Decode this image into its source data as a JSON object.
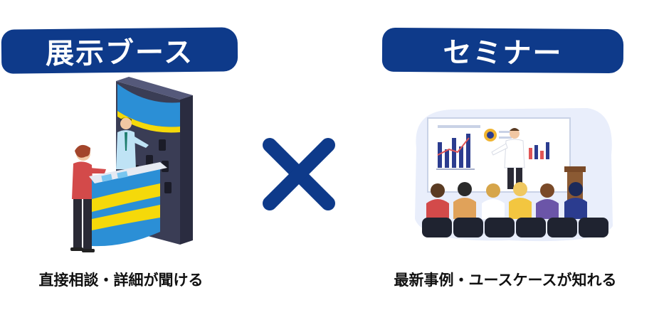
{
  "left": {
    "title": "展示ブース",
    "caption": "直接相談・詳細が聞ける"
  },
  "right": {
    "title": "セミナー",
    "caption": "最新事例・ユースケースが知れる"
  },
  "colors": {
    "brand_navy": "#0e3a8a",
    "text": "#111111",
    "background": "#ffffff"
  },
  "icons": {
    "booth": "exhibition-booth-icon",
    "cross": "cross-icon",
    "seminar": "seminar-icon"
  }
}
